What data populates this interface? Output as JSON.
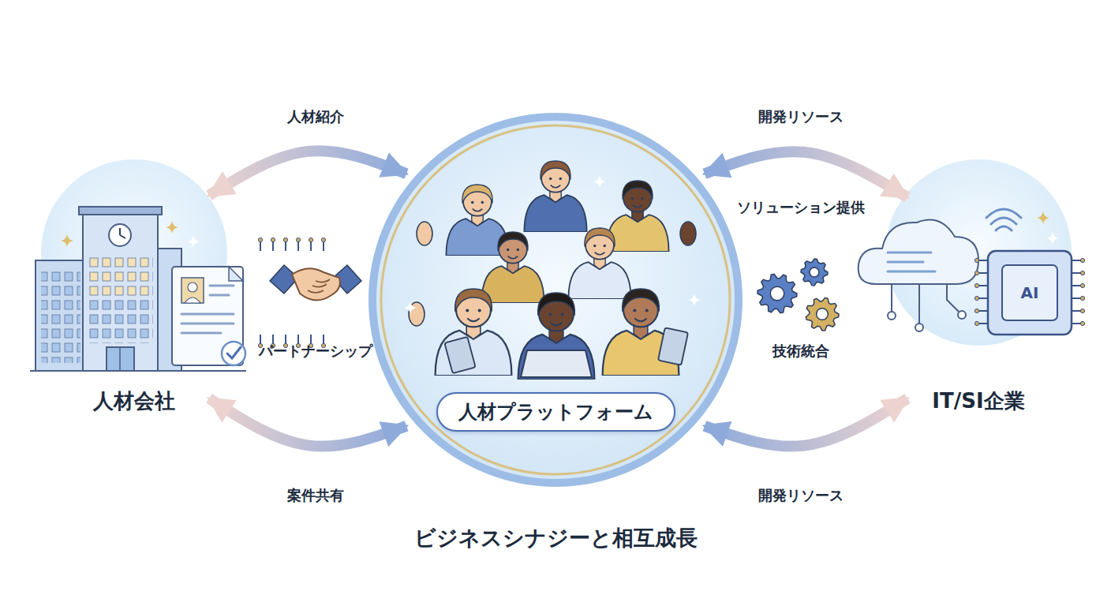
{
  "diagram": {
    "caption": "ビジネスシナジーと相互成長",
    "nodes": [
      {
        "text": [
          "人材会社"
        ]
      },
      {
        "text": [
          "人材プラットフォーム"
        ]
      },
      {
        "text": [
          "IT/SI企業"
        ]
      }
    ],
    "edges": [
      {
        "from": 0,
        "to": 1,
        "label": "人材紹介",
        "arrow": "both"
      },
      {
        "from": 1,
        "to": 2,
        "label": "開発リソース",
        "arrow": "both"
      },
      {
        "from": 0,
        "to": 1,
        "label": "案件共有",
        "arrow": "both"
      },
      {
        "from": 1,
        "to": 2,
        "label": "開発リソース",
        "arrow": "both"
      }
    ],
    "labels": [
      "ソリューション提供",
      "パートナーシップ",
      "技術統合",
      "AI"
    ]
  }
}
